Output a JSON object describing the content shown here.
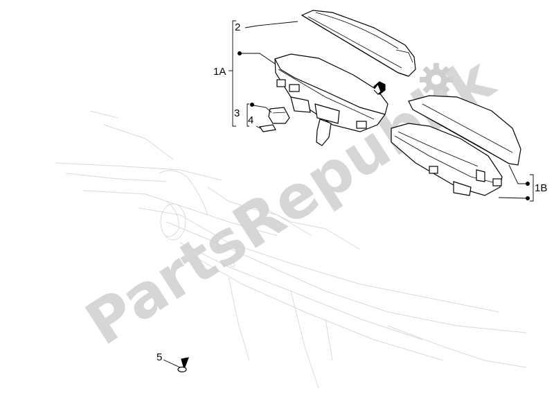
{
  "watermark": {
    "text": "PartsRepublik",
    "color": "#cfcfcf"
  },
  "colors": {
    "line": "#000000",
    "ghost": "#d6d6d6"
  },
  "callouts": {
    "c2": "2",
    "c1a": "1A",
    "c3": "3",
    "c4": "4",
    "c1b": "1B",
    "c5": "5"
  }
}
